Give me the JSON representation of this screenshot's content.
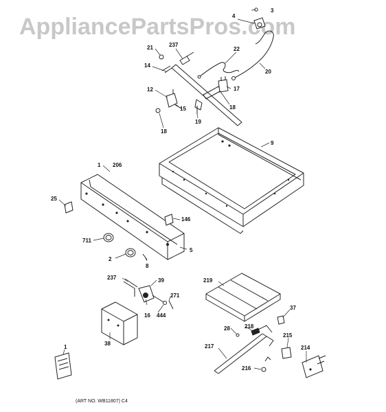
{
  "watermark": "AppliancePartsPros.com",
  "art_number": "(ART NO. WB11807) C4",
  "callouts": {
    "c3": "3",
    "c4": "4",
    "c21": "21",
    "c237a": "237",
    "c22": "22",
    "c20": "20",
    "c14": "14",
    "c17": "17",
    "c12": "12",
    "c15": "15",
    "c18a": "18",
    "c18b": "18",
    "c19": "19",
    "c9": "9",
    "c1a": "1",
    "c206": "206",
    "c25": "25",
    "c146": "146",
    "c711": "711",
    "c2": "2",
    "c5": "5",
    "c8": "8",
    "c237b": "237",
    "c39": "39",
    "c271": "271",
    "c16": "16",
    "c444": "444",
    "c38": "38",
    "c219": "219",
    "c37": "37",
    "c28": "28",
    "c218": "218",
    "c215": "215",
    "c217": "217",
    "c214": "214",
    "c216": "216",
    "c1b": "1"
  }
}
